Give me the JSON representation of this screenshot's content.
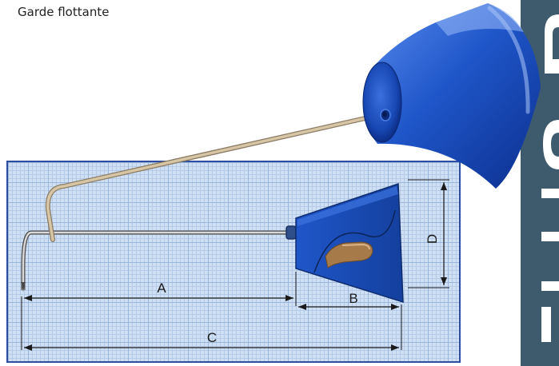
{
  "caption": "Garde flottante",
  "dimensions": {
    "a": "A",
    "b": "B",
    "c": "C",
    "d": "D"
  },
  "colors": {
    "knob_blue": "#1f56c9",
    "knob_highlight": "#5b8ef0",
    "rod": "#c9b89a",
    "handle": "#a77a4a",
    "panel_border": "#2c4da0",
    "side_band": "#3e5b6e"
  }
}
